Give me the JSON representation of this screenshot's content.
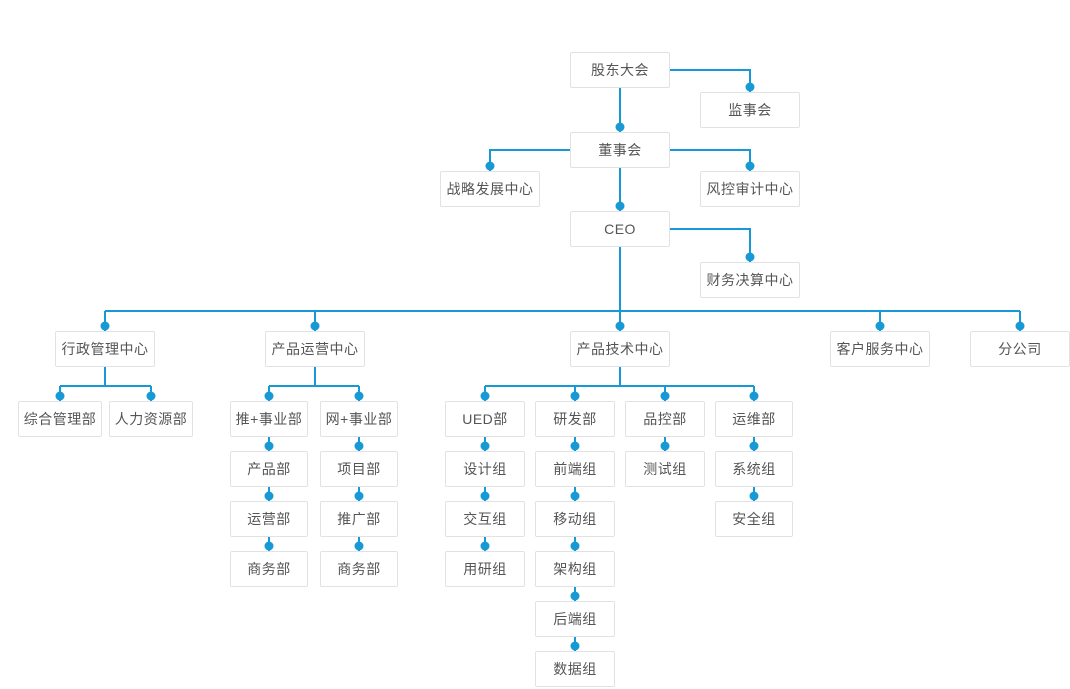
{
  "diagram": {
    "type": "org-chart",
    "colors": {
      "line": "#1699d4",
      "dot": "#1699d4",
      "box_border": "#e2e2e2",
      "box_bg": "#ffffff",
      "text": "#555555",
      "background": "#ffffff"
    },
    "nodes": {
      "shareholders": {
        "label": "股东大会"
      },
      "supervisory_board": {
        "label": "监事会"
      },
      "board_of_directors": {
        "label": "董事会"
      },
      "strategy_center": {
        "label": "战略发展中心"
      },
      "risk_audit_center": {
        "label": "风控审计中心"
      },
      "ceo": {
        "label": "CEO"
      },
      "finance_center": {
        "label": "财务决算中心"
      },
      "admin_center": {
        "label": "行政管理中心"
      },
      "product_ops_center": {
        "label": "产品运营中心"
      },
      "product_tech_center": {
        "label": "产品技术中心"
      },
      "customer_service_center": {
        "label": "客户服务中心"
      },
      "branch_company": {
        "label": "分公司"
      },
      "general_mgmt_dept": {
        "label": "综合管理部"
      },
      "hr_dept": {
        "label": "人力资源部"
      },
      "tui_business_dept": {
        "label": "推+事业部"
      },
      "wang_business_dept": {
        "label": "网+事业部"
      },
      "ued_dept": {
        "label": "UED部"
      },
      "rd_dept": {
        "label": "研发部"
      },
      "qc_dept": {
        "label": "品控部"
      },
      "ops_dept": {
        "label": "运维部"
      },
      "product_dept": {
        "label": "产品部"
      },
      "project_dept": {
        "label": "项目部"
      },
      "design_group": {
        "label": "设计组"
      },
      "frontend_group": {
        "label": "前端组"
      },
      "testing_group": {
        "label": "测试组"
      },
      "system_group": {
        "label": "系统组"
      },
      "operation_dept": {
        "label": "运营部"
      },
      "promotion_dept": {
        "label": "推广部"
      },
      "interaction_group": {
        "label": "交互组"
      },
      "mobile_group": {
        "label": "移动组"
      },
      "security_group": {
        "label": "安全组"
      },
      "business_dept_tui": {
        "label": "商务部"
      },
      "business_dept_wang": {
        "label": "商务部"
      },
      "user_research_group": {
        "label": "用研组"
      },
      "architecture_group": {
        "label": "架构组"
      },
      "backend_group": {
        "label": "后端组"
      },
      "data_group": {
        "label": "数据组"
      }
    },
    "edges": [
      [
        "shareholders",
        "supervisory_board"
      ],
      [
        "shareholders",
        "board_of_directors"
      ],
      [
        "board_of_directors",
        "strategy_center"
      ],
      [
        "board_of_directors",
        "risk_audit_center"
      ],
      [
        "board_of_directors",
        "ceo"
      ],
      [
        "ceo",
        "finance_center"
      ],
      [
        "ceo",
        "admin_center"
      ],
      [
        "ceo",
        "product_ops_center"
      ],
      [
        "ceo",
        "product_tech_center"
      ],
      [
        "ceo",
        "customer_service_center"
      ],
      [
        "ceo",
        "branch_company"
      ],
      [
        "admin_center",
        "general_mgmt_dept"
      ],
      [
        "admin_center",
        "hr_dept"
      ],
      [
        "product_ops_center",
        "tui_business_dept"
      ],
      [
        "product_ops_center",
        "wang_business_dept"
      ],
      [
        "tui_business_dept",
        "product_dept"
      ],
      [
        "product_dept",
        "operation_dept"
      ],
      [
        "operation_dept",
        "business_dept_tui"
      ],
      [
        "wang_business_dept",
        "project_dept"
      ],
      [
        "project_dept",
        "promotion_dept"
      ],
      [
        "promotion_dept",
        "business_dept_wang"
      ],
      [
        "product_tech_center",
        "ued_dept"
      ],
      [
        "product_tech_center",
        "rd_dept"
      ],
      [
        "product_tech_center",
        "qc_dept"
      ],
      [
        "product_tech_center",
        "ops_dept"
      ],
      [
        "ued_dept",
        "design_group"
      ],
      [
        "design_group",
        "interaction_group"
      ],
      [
        "interaction_group",
        "user_research_group"
      ],
      [
        "rd_dept",
        "frontend_group"
      ],
      [
        "frontend_group",
        "mobile_group"
      ],
      [
        "mobile_group",
        "architecture_group"
      ],
      [
        "architecture_group",
        "backend_group"
      ],
      [
        "backend_group",
        "data_group"
      ],
      [
        "qc_dept",
        "testing_group"
      ],
      [
        "ops_dept",
        "system_group"
      ],
      [
        "system_group",
        "security_group"
      ]
    ]
  }
}
